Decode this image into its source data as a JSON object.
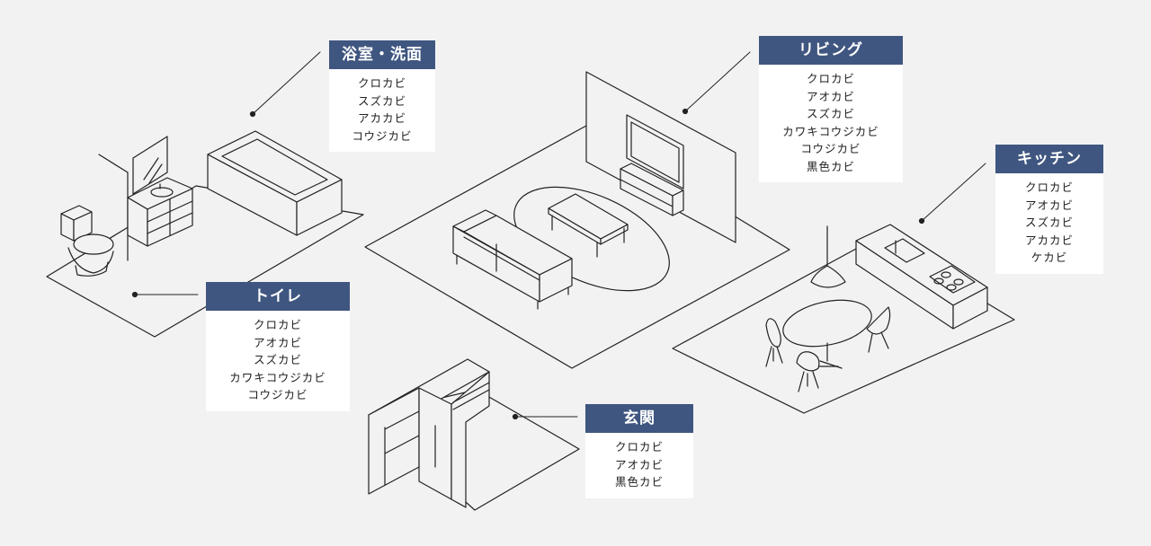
{
  "colors": {
    "background": "#f2f2f2",
    "line": "#222222",
    "label_header": "#3f5680",
    "label_body": "#ffffff",
    "label_header_text": "#ffffff"
  },
  "rooms": [
    {
      "id": "bath",
      "title": "浴室・洗面",
      "molds": [
        "クロカビ",
        "スズカビ",
        "アカカビ",
        "コウジカビ"
      ]
    },
    {
      "id": "living",
      "title": "リビング",
      "molds": [
        "クロカビ",
        "アオカビ",
        "スズカビ",
        "カワキコウジカビ",
        "コウジカビ",
        "黒色カビ"
      ]
    },
    {
      "id": "kitchen",
      "title": "キッチン",
      "molds": [
        "クロカビ",
        "アオカビ",
        "スズカビ",
        "アカカビ",
        "ケカビ"
      ]
    },
    {
      "id": "toilet",
      "title": "トイレ",
      "molds": [
        "クロカビ",
        "アオカビ",
        "スズカビ",
        "カワキコウジカビ",
        "コウジカビ"
      ]
    },
    {
      "id": "entrance",
      "title": "玄関",
      "molds": [
        "クロカビ",
        "アオカビ",
        "黒色カビ"
      ]
    }
  ]
}
